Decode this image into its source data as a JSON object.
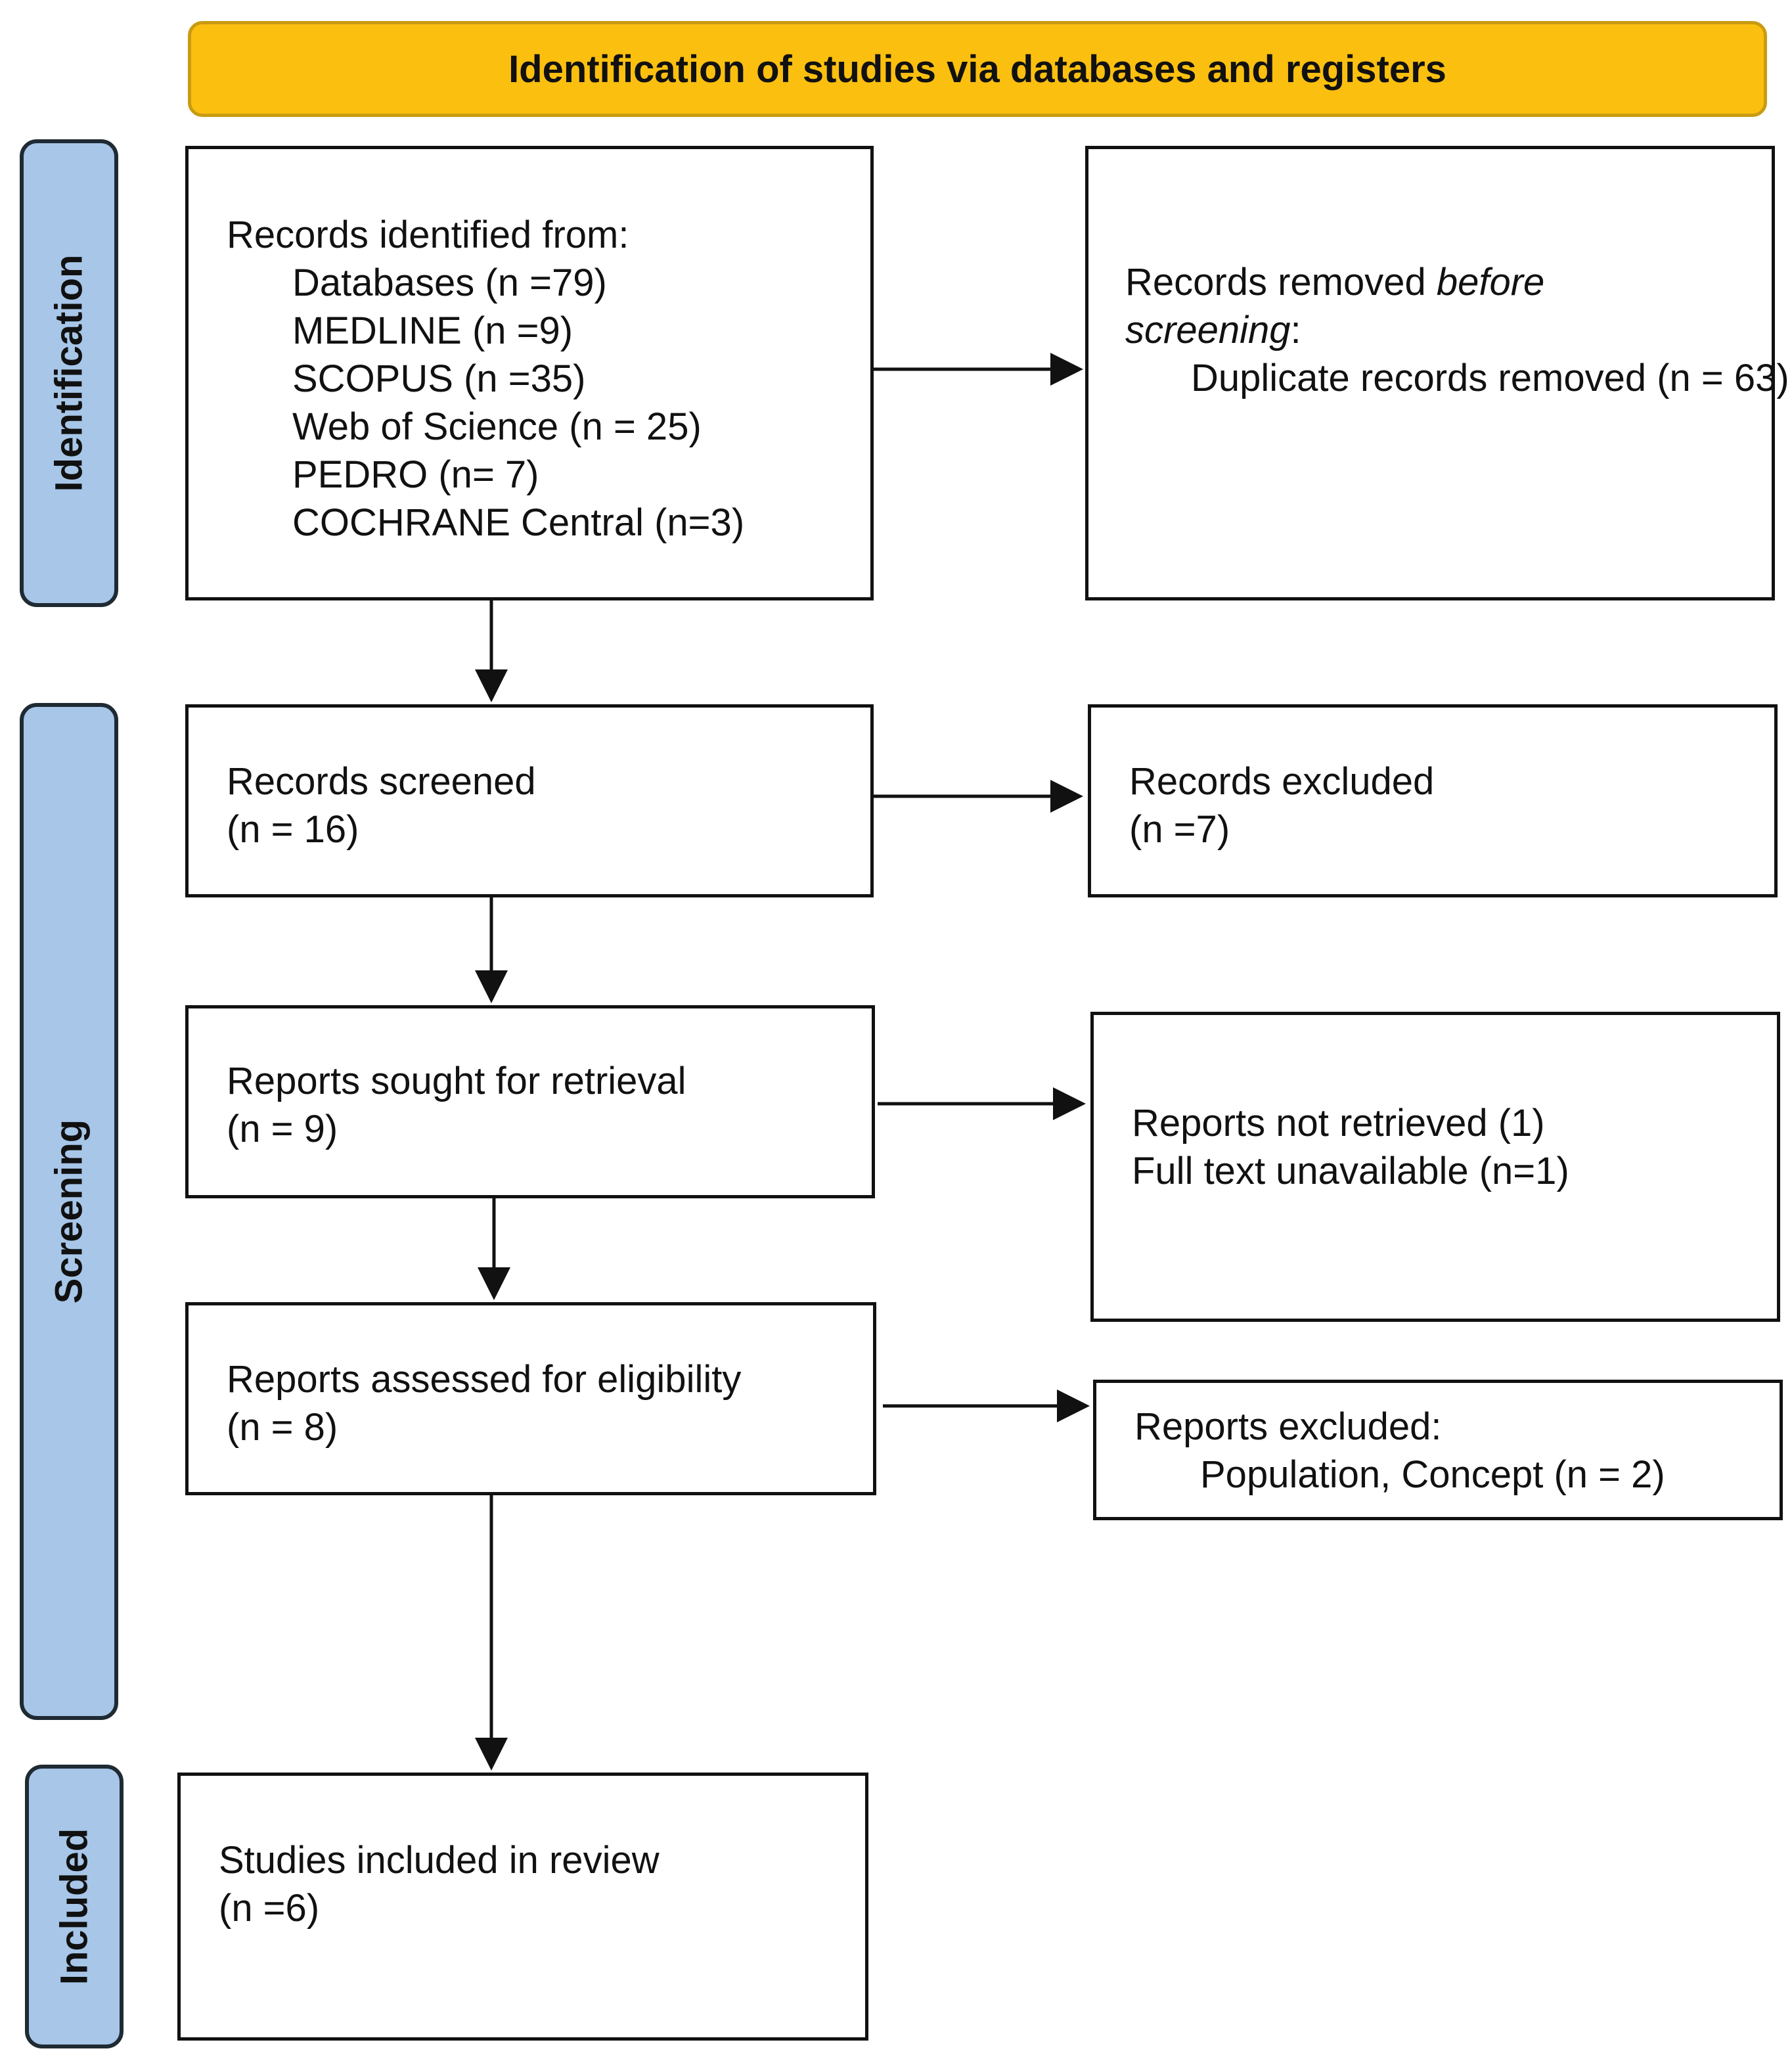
{
  "header": {
    "title": "Identification of studies via databases and registers"
  },
  "stages": {
    "identification": "Identification",
    "screening": "Screening",
    "included": "Included"
  },
  "boxes": {
    "records_identified": {
      "heading": "Records identified from:",
      "items": [
        "Databases (n =79)",
        "MEDLINE (n =9)",
        "SCOPUS (n =35)",
        "Web of Science (n = 25)",
        "PEDRO (n= 7)",
        "COCHRANE Central (n=3)"
      ]
    },
    "records_removed": {
      "heading_prefix": "Records removed ",
      "heading_italic_1": "before",
      "heading_italic_2": "screening",
      "heading_suffix": ":",
      "item": "Duplicate records removed (n = 63)"
    },
    "records_screened": {
      "line1": "Records screened",
      "line2": "(n = 16)"
    },
    "records_excluded": {
      "line1": "Records excluded",
      "line2": "(n =7)"
    },
    "reports_sought": {
      "line1": "Reports sought for retrieval",
      "line2": "(n = 9)"
    },
    "reports_not_retrieved": {
      "line1": "Reports not retrieved (1)",
      "line2": "Full text unavailable (n=1)"
    },
    "reports_assessed": {
      "line1": "Reports assessed for eligibility",
      "line2": "(n = 8)"
    },
    "reports_excluded": {
      "heading": "Reports excluded:",
      "item": "Population, Concept (n = 2)"
    },
    "studies_included": {
      "line1": "Studies included in review",
      "line2": "(n =6)"
    }
  }
}
